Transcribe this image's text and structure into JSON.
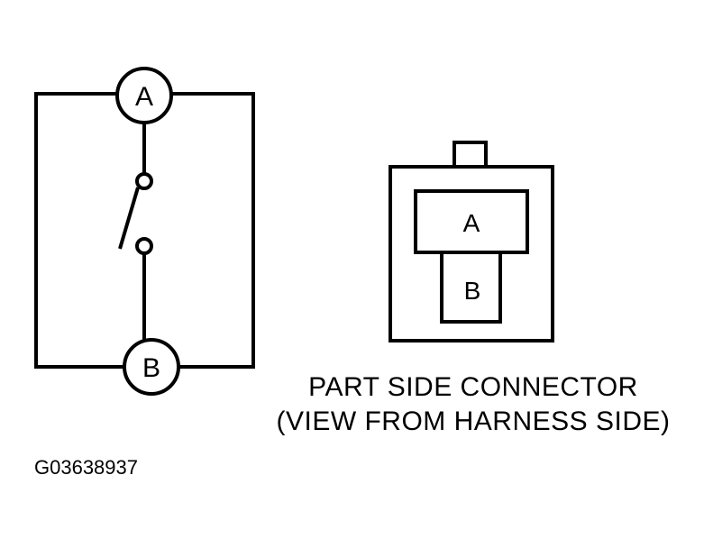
{
  "schematic": {
    "terminal_a_label": "A",
    "terminal_b_label": "B"
  },
  "connector": {
    "pin_a_label": "A",
    "pin_b_label": "B",
    "caption_line_1": "PART SIDE CONNECTOR",
    "caption_line_2": "(VIEW FROM HARNESS SIDE)"
  },
  "figure_id": "G03638937",
  "colors": {
    "line": "#000000",
    "background": "#ffffff"
  }
}
